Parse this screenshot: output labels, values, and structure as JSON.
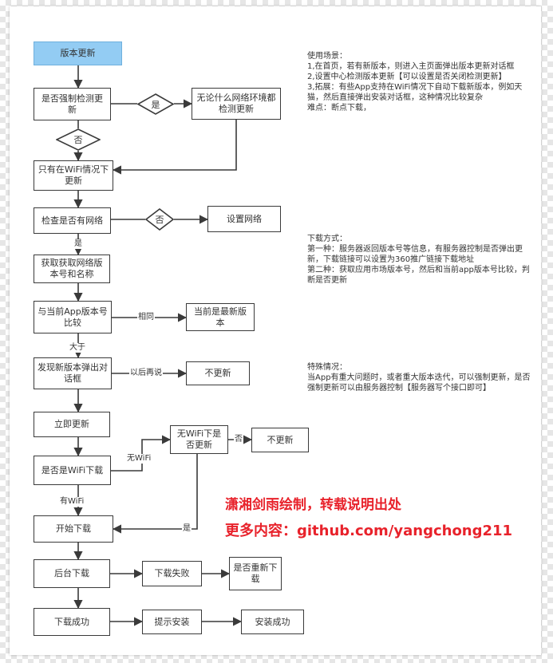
{
  "nodes": {
    "version_update": "版本更新",
    "force_check": "是否强制检测更新",
    "any_network": "无论什么网络环境都检测更新",
    "only_wifi": "只有在WiFi情况下更新",
    "check_network": "检查是否有网络",
    "set_network": "设置网络",
    "get_version": "获取获取网络版本号和名称",
    "compare_app": "与当前App版本号比较",
    "is_latest": "当前是最新版本",
    "found_new": "发现新版本弹出对话框",
    "no_update_1": "不更新",
    "update_now": "立即更新",
    "is_wifi": "是否是WiFi下载",
    "no_wifi_update": "无WiFi下是否更新",
    "no_update_2": "不更新",
    "start_download": "开始下载",
    "bg_download": "后台下载",
    "download_fail": "下载失败",
    "redownload": "是否重新下载",
    "download_success": "下载成功",
    "prompt_install": "提示安装",
    "install_success": "安装成功"
  },
  "diamonds": {
    "yes_1": "是",
    "no_1": "否",
    "no_2": "否"
  },
  "edge_labels": {
    "yes_net": "是",
    "same": "相同",
    "greater": "大于",
    "later": "以后再说",
    "no_wifi": "无WiFi",
    "no_3": "否",
    "has_wifi": "有WiFi",
    "yes_dl": "是"
  },
  "notes": {
    "scenarios": [
      "使用场景：",
      "1,在首页，若有新版本，则进入主页面弹出版本更新对话框",
      "2,设置中心检测版本更新【可以设置是否关闭检测更新】",
      "3,拓展：有些App支持在WiFi情况下自动下载新版本，例如天猫，然后直接弹出安装对话框，这种情况比较复杂",
      "难点：断点下载，"
    ],
    "download_methods": [
      "下载方式：",
      "第一种：服务器返回版本号等信息，有服务器控制是否弹出更新，下载链接可以设置为360推广链接下载地址",
      "第二种：获取应用市场版本号，然后和当前app版本号比较，判断是否更新"
    ],
    "special": [
      "特殊情况：",
      "当App有重大问题时，或者重大版本迭代，可以强制更新，是否强制更新可以由服务器控制【服务器写个接口即可】"
    ]
  },
  "watermark": {
    "line1": "潇湘剑雨绘制，转载说明出处",
    "line2": "更多内容：github.com/yangchong211"
  },
  "colors": {
    "start_fill": "#93ccf3",
    "watermark": "#e8222b"
  }
}
